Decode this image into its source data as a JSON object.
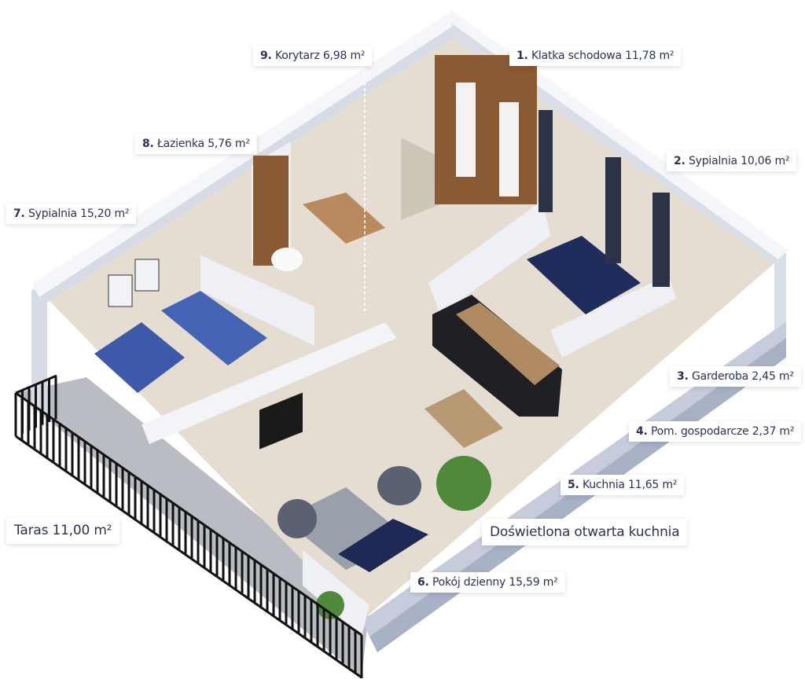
{
  "title": "Floor plan",
  "colors": {
    "text": "#2b3355",
    "wall": "#f4f5f8",
    "wall_inner": "#c9cedb",
    "floor": "#e8e0d6",
    "accent_blue": "#3d5aa8",
    "wood": "#8a5a34"
  },
  "rooms": [
    {
      "num": "1.",
      "name": "Klatka schodowa 11,78 m²"
    },
    {
      "num": "2.",
      "name": "Sypialnia 10,06 m²"
    },
    {
      "num": "3.",
      "name": "Garderoba 2,45 m²"
    },
    {
      "num": "4.",
      "name": "Pom. gospodarcze 2,37 m²"
    },
    {
      "num": "5.",
      "name": "Kuchnia 11,65 m²"
    },
    {
      "num": "6.",
      "name": "Pokój dzienny 15,59 m²"
    },
    {
      "num": "7.",
      "name": "Sypialnia 15,20 m²"
    },
    {
      "num": "8.",
      "name": "Łazienka 5,76 m²"
    },
    {
      "num": "9.",
      "name": "Korytarz 6,98 m²"
    }
  ],
  "terrace": "Taras 11,00 m²",
  "feature": "Doświetlona otwarta kuchnia"
}
